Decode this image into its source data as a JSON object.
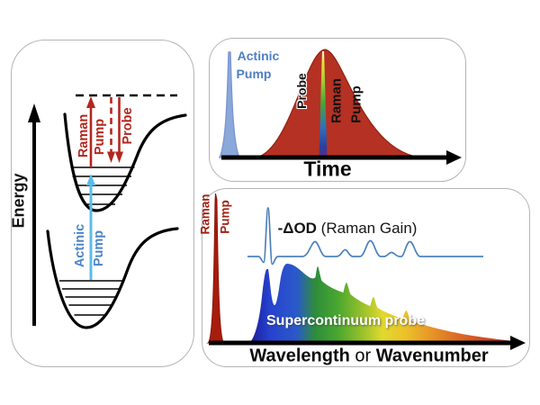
{
  "energy_panel": {
    "axis_label": "Energy",
    "raman_pump_label": {
      "line1": "Raman",
      "line2": "Pump"
    },
    "probe_label": "Probe",
    "actinic_label": {
      "line1": "Actinic",
      "line2": "Pump"
    }
  },
  "time_panel": {
    "axis_label": "Time",
    "actinic_label": {
      "line1": "Actinic",
      "line2": "Pump"
    },
    "probe_label": "Probe",
    "raman_label": {
      "line1": "Raman",
      "line2": "Pump"
    }
  },
  "spectrum_panel": {
    "axis_label": {
      "part1": "Wavelength",
      "part2": " or ",
      "part3": "Wavenumber"
    },
    "raman_label": {
      "line1": "Raman",
      "line2": "Pump"
    },
    "raman_gain_label": {
      "bold": "-ΔOD",
      "rest": " (Raman Gain)"
    },
    "supercontinuum_label": "Supercontinuum probe"
  },
  "colors": {
    "raman_red_text": "#b2271e",
    "actinic_arrow": "#5cbcea",
    "actinic_text": "#4d85c8",
    "time_blue_pulse": "#8ba8da",
    "time_red_gaussian": "#b43123",
    "spectrum_red_peak": "#a81c0c",
    "raman_gain_line": "#4d82bd",
    "panel_border": "#b4b4b4"
  }
}
